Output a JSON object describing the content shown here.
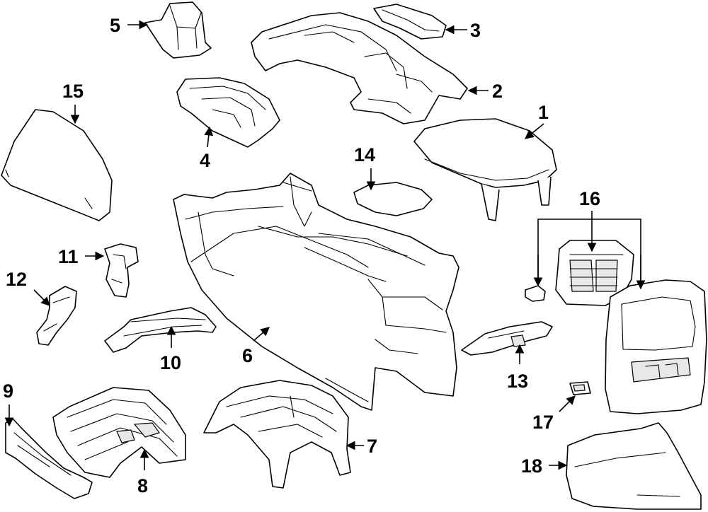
{
  "callouts": [
    {
      "id": "1",
      "label": "1"
    },
    {
      "id": "2",
      "label": "2"
    },
    {
      "id": "3",
      "label": "3"
    },
    {
      "id": "4",
      "label": "4"
    },
    {
      "id": "5",
      "label": "5"
    },
    {
      "id": "6",
      "label": "6"
    },
    {
      "id": "7",
      "label": "7"
    },
    {
      "id": "8",
      "label": "8"
    },
    {
      "id": "9",
      "label": "9"
    },
    {
      "id": "10",
      "label": "10"
    },
    {
      "id": "11",
      "label": "11"
    },
    {
      "id": "12",
      "label": "12"
    },
    {
      "id": "13",
      "label": "13"
    },
    {
      "id": "14",
      "label": "14"
    },
    {
      "id": "15",
      "label": "15"
    },
    {
      "id": "16",
      "label": "16"
    },
    {
      "id": "17",
      "label": "17"
    },
    {
      "id": "18",
      "label": "18"
    }
  ],
  "colors": {
    "line": "#000000",
    "background": "#ffffff",
    "shade": "#e8e8e8"
  }
}
